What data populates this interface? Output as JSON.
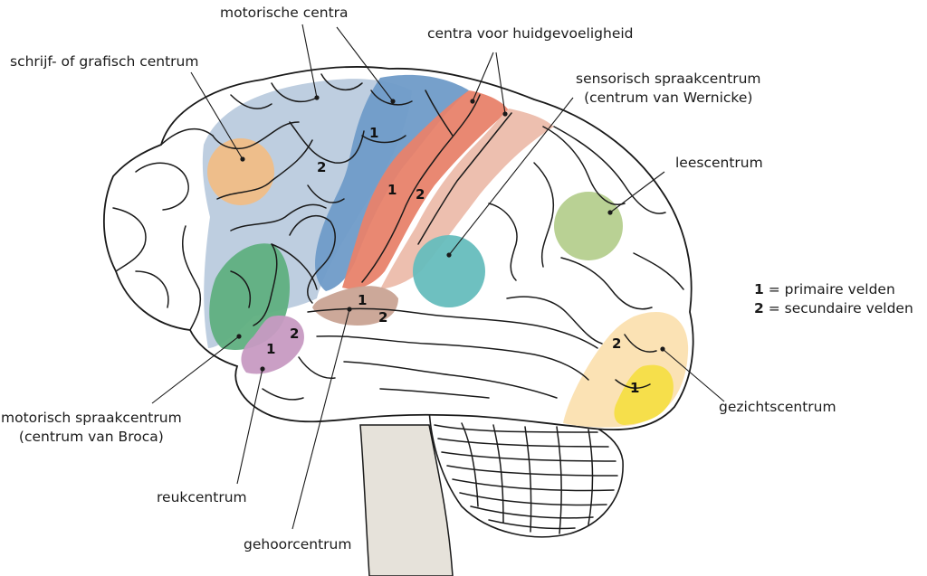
{
  "labels": {
    "motorische_centra": "motorische centra",
    "huidgevoeligheid": "centra voor huidgevoeligheid",
    "schrijfcentrum": "schrijf- of grafisch centrum",
    "wernicke_line1": "sensorisch spraakcentrum",
    "wernicke_line2": "(centrum van Wernicke)",
    "leescentrum": "leescentrum",
    "gezichtscentrum": "gezichtscentrum",
    "broca_line1": "motorisch spraakcentrum",
    "broca_line2": "(centrum van Broca)",
    "reukcentrum": "reukcentrum",
    "gehoorcentrum": "gehoorcentrum"
  },
  "legend": {
    "primary_number": "1",
    "primary_text": "= primaire velden",
    "secondary_number": "2",
    "secondary_text": "= secundaire velden"
  },
  "region_numbers": {
    "motor_primary": "1",
    "motor_secondary": "2",
    "sensory_primary": "1",
    "sensory_secondary": "2",
    "auditory_primary": "1",
    "auditory_secondary": "2",
    "olfactory_primary": "1",
    "olfactory_secondary": "2",
    "visual_primary": "1",
    "visual_secondary": "2"
  },
  "colors": {
    "outline": "#1a1a1a",
    "motor_secondary": "#b7c9dd",
    "motor_primary": "#6f9bc8",
    "sensory_primary": "#e8826a",
    "sensory_secondary": "#ecbcab",
    "writing_center": "#f0bd86",
    "broca": "#5faf80",
    "olfactory": "#c79ac2",
    "auditory": "#c9a394",
    "wernicke": "#66bdbd",
    "reading": "#b5cf8e",
    "visual_secondary": "#fbe0b0",
    "visual_primary": "#f5de46",
    "brainstem": "#e6e2da"
  }
}
